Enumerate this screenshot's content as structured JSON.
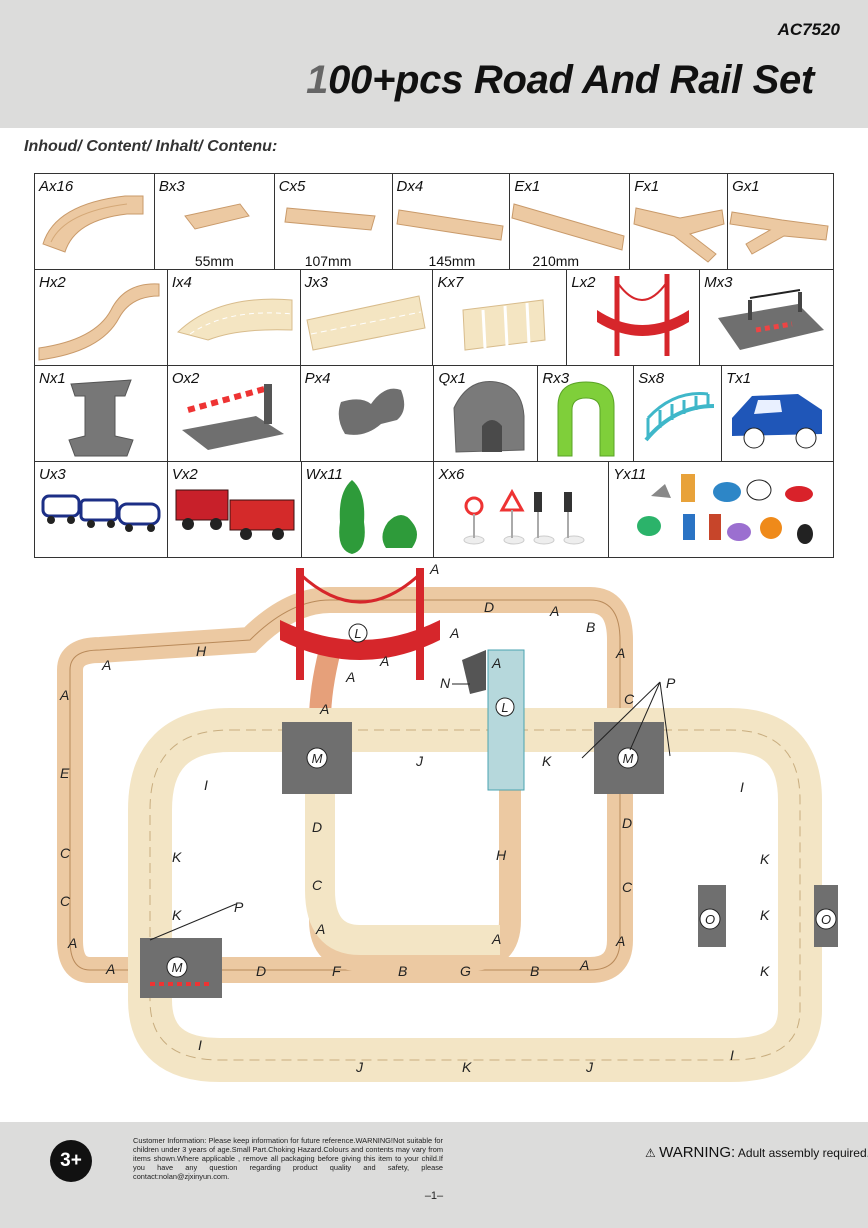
{
  "header": {
    "code": "AC7520",
    "title_lead": "1",
    "title_rest": "00+pcs Road And Rail Set"
  },
  "content_label": "Inhoud/ Content/ Inhalt/ Contenu:",
  "parts": {
    "row1": [
      {
        "label": "Ax16",
        "dim": ""
      },
      {
        "label": "Bx3",
        "dim": "55mm"
      },
      {
        "label": "Cx5",
        "dim": "107mm"
      },
      {
        "label": "Dx4",
        "dim": "145mm"
      },
      {
        "label": "Ex1",
        "dim": "210mm"
      },
      {
        "label": "Fx1",
        "dim": ""
      },
      {
        "label": "Gx1",
        "dim": ""
      }
    ],
    "row2": [
      {
        "label": "Hx2"
      },
      {
        "label": "Ix4"
      },
      {
        "label": "Jx3"
      },
      {
        "label": "Kx7"
      },
      {
        "label": "Lx2"
      },
      {
        "label": "Mx3"
      }
    ],
    "row3": [
      {
        "label": "Nx1"
      },
      {
        "label": "Ox2"
      },
      {
        "label": "Px4"
      },
      {
        "label": "Qx1"
      },
      {
        "label": "Rx3"
      },
      {
        "label": "Sx8"
      },
      {
        "label": "Tx1"
      }
    ],
    "row4": [
      {
        "label": "Ux3"
      },
      {
        "label": "Vx2"
      },
      {
        "label": "Wx11"
      },
      {
        "label": "Xx6"
      },
      {
        "label": "Yx11"
      }
    ]
  },
  "layout_labels": {
    "a": "A",
    "b": "B",
    "c": "C",
    "d": "D",
    "e": "E",
    "f": "F",
    "g": "G",
    "h": "H",
    "i": "I",
    "j": "J",
    "k": "K",
    "l": "L",
    "m": "M",
    "n": "N",
    "o": "O",
    "p": "P"
  },
  "footer": {
    "age": "3+",
    "info": "Customer Information: Please keep information for future reference.WARNING!Not suitable for children under 3 years of age.Small Part.Choking Hazard.Colours and contents may vary from items shown.Where applicable , remove all packaging before giving this item to your child.If you have any question regarding product quality and safety, please contact:nolan@zjxinyun.com.",
    "warning_big": "WARNING:",
    "warning_small": "Adult assembly required.",
    "page": "–1–"
  },
  "colors": {
    "header_bg": "#dcdcdb",
    "wood": "#ecc9a2",
    "road": "#f3e5c5",
    "bridge_red": "#d6262b",
    "gray_part": "#6f6f6f"
  }
}
